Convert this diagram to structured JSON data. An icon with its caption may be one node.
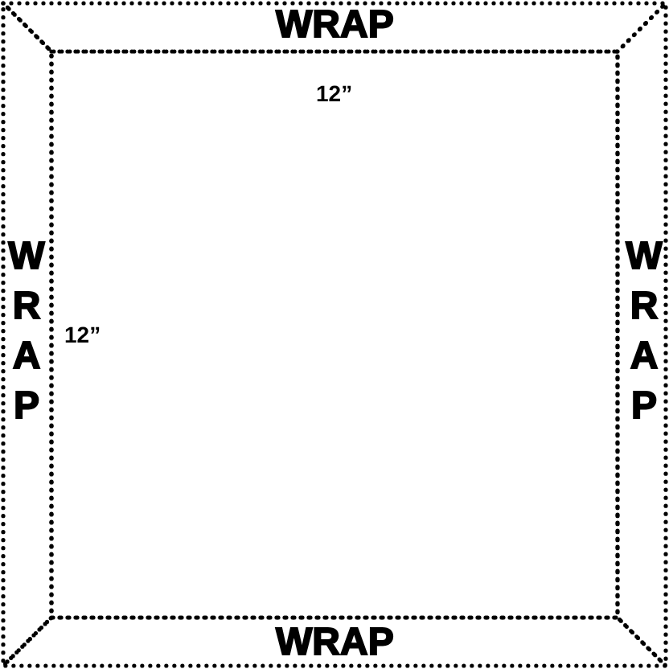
{
  "diagram": {
    "nodes": [
      {
        "text": [
          "WRAP"
        ]
      },
      {
        "text": [],
        "shape": "box"
      },
      {
        "text": [
          "WRAP"
        ]
      },
      {
        "text": [
          "WRAP"
        ]
      },
      {
        "text": [
          "WRAP"
        ]
      }
    ],
    "labels": [
      "12”",
      "12”"
    ]
  }
}
